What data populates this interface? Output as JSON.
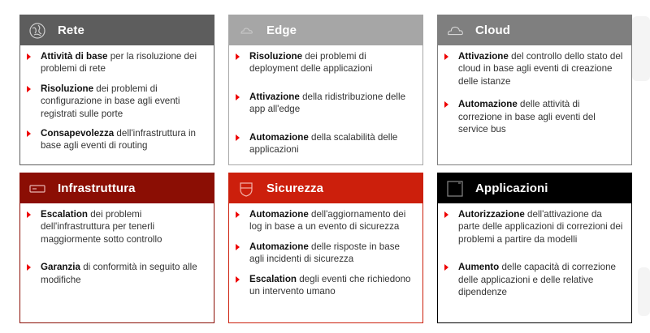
{
  "colors": {
    "rete_header": "#5d5d5d",
    "edge_header": "#a6a6a6",
    "cloud_header": "#7f7f7f",
    "infrastruttura_header": "#8b0e04",
    "sicurezza_header": "#cc1f0c",
    "applicazioni_header": "#000000",
    "bullet": "#ee0000"
  },
  "cards": [
    {
      "title": "Rete",
      "icon": "network-globe-icon",
      "items": [
        {
          "bold": "Attività di base",
          "text": " per la risoluzione dei problemi di rete"
        },
        {
          "bold": "Risoluzione",
          "text": " dei problemi di configurazione in base agli eventi registrati sulle porte"
        },
        {
          "bold": "Consapevolezza",
          "text": " dell'infrastruttura in base agli eventi di routing"
        }
      ]
    },
    {
      "title": "Edge",
      "icon": "edge-cloud-icon",
      "items": [
        {
          "bold": "Risoluzione",
          "text": " dei problemi di deployment delle applicazioni"
        },
        {
          "bold": "Attivazione",
          "text": " della ridistribuzione delle app all'edge"
        },
        {
          "bold": "Automazione",
          "text": " della scalabilità delle applicazioni"
        }
      ]
    },
    {
      "title": "Cloud",
      "icon": "cloud-icon",
      "items": [
        {
          "bold": "Attivazione",
          "text": " del controllo dello stato del cloud in base agli eventi di creazione delle istanze"
        },
        {
          "bold": "Automazione",
          "text": " delle attività di correzione in base agli eventi del service bus"
        }
      ]
    },
    {
      "title": "Infrastruttura",
      "icon": "server-rack-icon",
      "items": [
        {
          "bold": "Escalation",
          "text": " dei problemi dell'infrastruttura per tenerli maggiormente sotto controllo"
        },
        {
          "bold": "Garanzia",
          "text": " di conformità in seguito alle modifiche"
        }
      ]
    },
    {
      "title": "Sicurezza",
      "icon": "shield-icon",
      "items": [
        {
          "bold": "Automazione",
          "text": " dell'aggiornamento dei log in base a un evento di sicurezza"
        },
        {
          "bold": "Automazione",
          "text": " delle risposte in base agli incidenti di sicurezza"
        },
        {
          "bold": "Escalation",
          "text": " degli eventi che richiedono un intervento umano"
        }
      ]
    },
    {
      "title": "Applicazioni",
      "icon": "application-window-icon",
      "items": [
        {
          "bold": "Autorizzazione",
          "text": " dell'attivazione da parte delle applicazioni di correzioni dei problemi a partire da modelli"
        },
        {
          "bold": "Aumento",
          "text": " delle capacità di correzione delle applicazioni e delle relative dipendenze"
        }
      ]
    }
  ]
}
